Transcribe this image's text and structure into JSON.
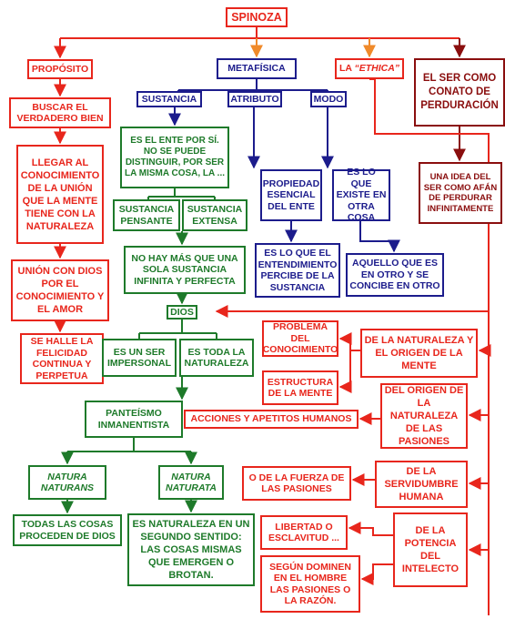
{
  "nodes": {
    "spinoza": "SPINOZA",
    "proposito": "PROPÓSITO",
    "metafisica": "METAFÍSICA",
    "ethica_prefix": "LA ",
    "ethica_word": "“ETHICA”",
    "conato": "EL SER COMO CONATO DE PERDURACIÓN",
    "conato_idea": "UNA IDEA DEL SER COMO AFÁN DE PERDURAR INFINITAMENTE",
    "buscar": "BUSCAR EL VERDADERO BIEN",
    "llegar": "LLEGAR AL CONOCIMIENTO DE LA UNIÓN QUE LA MENTE TIENE CON LA NATURALEZA",
    "union": "UNIÓN CON DIOS POR EL CONOCIMIENTO Y EL AMOR",
    "felicidad": "SE HALLE LA FELICIDAD CONTINUA Y PERPETUA",
    "sustancia": "SUSTANCIA",
    "atributo": "ATRIBUTO",
    "modo": "MODO",
    "ente": "ES EL ENTE POR SÍ. NO SE PUEDE DISTINGUIR, POR SER LA MISMA COSA, LA ...",
    "pensante": "SUSTANCIA PENSANTE",
    "extensa": "SUSTANCIA EXTENSA",
    "una_sustancia": "NO HAY MÁS QUE UNA SOLA SUSTANCIA INFINITA Y PERFECTA",
    "propiedad": "PROPIEDAD ESENCIAL DEL ENTE",
    "existe": "ES LO QUE EXISTE EN OTRA COSA",
    "entendimiento": "ES LO QUE EL ENTENDIMIENTO PERCIBE DE LA SUSTANCIA",
    "aquello": "AQUELLO QUE ES EN OTRO Y SE CONCIBE EN OTRO",
    "dios": "DIOS",
    "impersonal": "ES UN SER IMPERSONAL",
    "toda_naturaleza": "ES TODA LA NATURALEZA",
    "panteismo": "PANTEÍSMO INMANENTISTA",
    "naturans": "NATURA NATURANS",
    "naturata": "NATURA NATURATA",
    "todas_cosas": "TODAS LAS COSAS PROCEDEN DE DIOS",
    "segundo_sentido": "ES NATURALEZA EN UN SEGUNDO SENTIDO: LAS COSAS MISMAS QUE EMERGEN O BROTAN.",
    "problema": "PROBLEMA DEL CONOCIMIENTO",
    "estructura": "ESTRUCTURA DE LA MENTE",
    "naturaleza_mente": "DE LA NATURALEZA Y EL ORIGEN DE LA MENTE",
    "acciones": "ACCIONES Y APETITOS HUMANOS",
    "origen_pasiones": "DEL ORIGEN DE LA NATURALEZA DE LAS PASIONES",
    "fuerza_pasiones": "O DE LA FUERZA DE LAS PASIONES",
    "servidumbre": "DE LA SERVIDUMBRE HUMANA",
    "libertad": "LIBERTAD O ESCLAVITUD ...",
    "potencia": "DE LA POTENCIA DEL INTELECTO",
    "segun": "SEGÚN DOMINEN EN EL HOMBRE LAS PASIONES O LA RAZÓN."
  },
  "colors": {
    "red": "#e8261c",
    "dark_red": "#8a0e0e",
    "blue": "#1c1c8c",
    "green": "#1e7a2a",
    "orange": "#f08a2a"
  }
}
